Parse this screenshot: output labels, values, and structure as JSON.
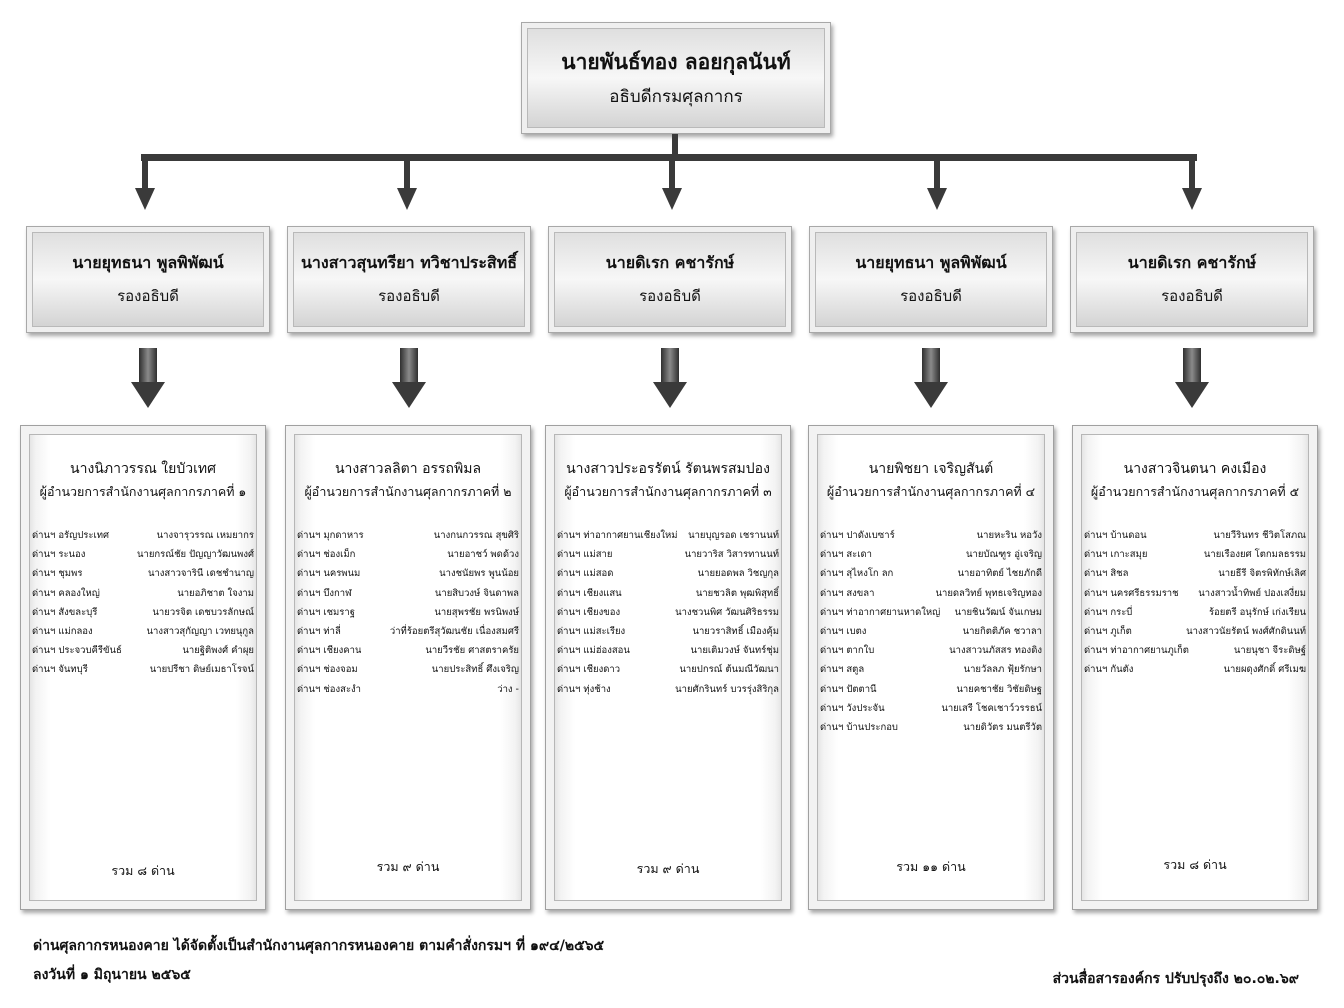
{
  "director": {
    "name": "นายพันธ์ทอง  ลอยกุลนันท์",
    "title": "อธิบดีกรมศุลกากร"
  },
  "deputies": [
    {
      "name": "นายยุทธนา  พูลพิพัฒน์",
      "title": "รองอธิบดี"
    },
    {
      "name": "นางสาวสุนทรียา  ทวิชาประสิทธิ์",
      "title": "รองอธิบดี"
    },
    {
      "name": "นายดิเรก  คชารักษ์",
      "title": "รองอธิบดี"
    },
    {
      "name": "นายยุทธนา  พูลพิพัฒน์",
      "title": "รองอธิบดี"
    },
    {
      "name": "นายดิเรก  คชารักษ์",
      "title": "รองอธิบดี"
    }
  ],
  "regions": [
    {
      "name": "นางนิภาวรรณ  ใยบัวเทศ",
      "title": "ผู้อำนวยการสำนักงานศุลกากรภาคที่ ๑",
      "checkpoints": [
        [
          "ด่านฯ อรัญประเทศ",
          "นางจารุวรรณ  เหมยากร"
        ],
        [
          "ด่านฯ ระนอง",
          "นายกรณ์ชัย  ปัญญาวัฒนพงศ์"
        ],
        [
          "ด่านฯ ชุมพร",
          "นางสาวจารินี  เดชชำนาญ"
        ],
        [
          "ด่านฯ คลองใหญ่",
          "นายอภิชาต  ใจงาม"
        ],
        [
          "ด่านฯ สังขละบุรี",
          "นายวรจิต  เดชบวรลักษณ์"
        ],
        [
          "ด่านฯ แม่กลอง",
          "นางสาวสุกัญญา  เวทยนุกูล"
        ],
        [
          "ด่านฯ ประจวบคีรีขันธ์",
          "นายฐิติพงศ์  คำผุย"
        ],
        [
          "ด่านฯ จันทบุรี",
          "นายปรีชา  ดิษย์เมธาโรจน์"
        ]
      ],
      "total": "รวม ๘ ด่าน"
    },
    {
      "name": "นางสาวลลิตา   อรรถพิมล",
      "title": "ผู้อำนวยการสำนักงานศุลกากรภาคที่ ๒",
      "checkpoints": [
        [
          "ด่านฯ มุกดาหาร",
          "นางกนกวรรณ  สุขศิริ"
        ],
        [
          "ด่านฯ ช่องเม็ก",
          "นายอาชว์  พดด้วง"
        ],
        [
          "ด่านฯ นครพนม",
          "นางชนัยพร  พูนน้อย"
        ],
        [
          "ด่านฯ บึงกาฬ",
          "นายสิบวงษ์  จินดาพล"
        ],
        [
          "ด่านฯ เชมราฐ",
          "นายสุพรชัย  พรนิพงษ์"
        ],
        [
          "ด่านฯ ท่าลี่",
          "ว่าที่ร้อยตรีสุวัฒนชัย  เนื่องสมศรี"
        ],
        [
          "ด่านฯ เชียงคาน",
          "นายวีรชัย  ศาสตราครัย"
        ],
        [
          "ด่านฯ ช่องจอม",
          "นายประสิทธิ์  ศึงเจริญ"
        ],
        [
          "ด่านฯ ช่องสะงำ",
          "ว่าง -"
        ]
      ],
      "total": "รวม ๙ ด่าน"
    },
    {
      "name": "นางสาวประอรรัตน์  รัตนพรสมปอง",
      "title": "ผู้อำนวยการสำนักงานศุลกากรภาคที่ ๓",
      "checkpoints": [
        [
          "ด่านฯ ท่าอากาศยานเชียงใหม่",
          "นายบุญรอด  เชรานนท์"
        ],
        [
          "ด่านฯ แม่สาย",
          "นายวาริส  วิสารทานนท์"
        ],
        [
          "ด่านฯ แม่สอด",
          "นายยอดพล  วิชญกุล"
        ],
        [
          "ด่านฯ เชียงแสน",
          "นายชวลิต  พุฒพิสุทธิ์"
        ],
        [
          "ด่านฯ เชียงของ",
          "นางชวนพิศ  วัฒนศิริธรรม"
        ],
        [
          "ด่านฯ แม่สะเรียง",
          "นายวราสิทธิ์  เมืองคุ้ม"
        ],
        [
          "ด่านฯ แม่ฮ่องสอน",
          "นายเติมวงษ์  จันทร์ชุ่ม"
        ],
        [
          "ด่านฯ เชียงดาว",
          "นายปกรณ์  ต้นมณีวัฒนา"
        ],
        [
          "ด่านฯ ทุ่งช้าง",
          "นายศักรินทร์  บวรรุ่งสิริกุล"
        ]
      ],
      "total": "รวม ๙ ด่าน"
    },
    {
      "name": "นายพิชยา  เจริญสันต์",
      "title": "ผู้อำนวยการสำนักงานศุลกากรภาคที่ ๔",
      "checkpoints": [
        [
          "ด่านฯ ปาดังเบซาร์",
          "นายหะริน  หอวัง"
        ],
        [
          "ด่านฯ สะเดา",
          "นายบัณฑูร  อู่เจริญ"
        ],
        [
          "ด่านฯ สุไหงโก ลก",
          "นายอาทิตย์  ไชยภักดี"
        ],
        [
          "ด่านฯ สงขลา",
          "นายดลวิทย์  พุทธเจริญทอง"
        ],
        [
          "ด่านฯ ท่าอากาศยานหาดใหญ่",
          "นายชินวัฒน์  จันเกษม"
        ],
        [
          "ด่านฯ เบตง",
          "นายกิตติภัค  ชวาลา"
        ],
        [
          "ด่านฯ ตากใบ",
          "นางสาวนภัสสร  ทองดิง"
        ],
        [
          "ด่านฯ สตูล",
          "นายวัลลภ  ฟุ้ยรักษา"
        ],
        [
          "ด่านฯ ปัตตานี",
          "นายคชาชัย  วิชัยดิษฐ"
        ],
        [
          "ด่านฯ วังประจัน",
          "นายเสรี  โชคเชาว์วรรธน์"
        ],
        [
          "ด่านฯ บ้านประกอบ",
          "นายดิวัตร  มนตรีวัต"
        ]
      ],
      "total": "รวม ๑๑ ด่าน"
    },
    {
      "name": "นางสาวจินตนา  คงเมือง",
      "title": "ผู้อำนวยการสำนักงานศุลกากรภาคที่ ๕",
      "checkpoints": [
        [
          "ด่านฯ บ้านดอน",
          "นายวีรินทร  ชีวิตโสภณ"
        ],
        [
          "ด่านฯ เกาะสมุย",
          "นายเรืองยศ  โตกมลธรรม"
        ],
        [
          "ด่านฯ สิชล",
          "นายธีรี  จิตรพิทักษ์เลิศ"
        ],
        [
          "ด่านฯ นครศรีธรรมราช",
          "นางสาวน้ำทิพย์ ปองเสงี่ยม"
        ],
        [
          "ด่านฯ กระบี่",
          "ร้อยตรี อนุรักษ์ เก่งเรียน"
        ],
        [
          "ด่านฯ ภูเก็ต",
          "นางสาวนัยรัตน์  พงศ์ศักดินนท์"
        ],
        [
          "ด่านฯ ท่าอากาศยานภูเก็ต",
          "นายนุชา  จีระดิษฐ์"
        ],
        [
          "ด่านฯ กันตัง",
          "นายผดุงศักดิ์  ศรีเมฆ"
        ]
      ],
      "total": "รวม ๘ ด่าน"
    }
  ],
  "footer": {
    "note_line1": "ด่านศุลกากรหนองคาย  ได้จัดตั้งเป็นสำนักงานศุลกากรหนองคาย  ตามคำสั่งกรมฯ ที่ ๑๙๔/๒๕๖๕",
    "note_line2": "ลงวันที่ ๑ มิถุนายน ๒๕๖๕",
    "updated": "ส่วนสื่อสารองค์กร ปรับปรุงถึง  ๒๐.๐๒.๖๙"
  },
  "colors": {
    "connector": "#3a3a3a",
    "box_light": "#f7f7f7",
    "box_dark": "#cfcfcf"
  }
}
